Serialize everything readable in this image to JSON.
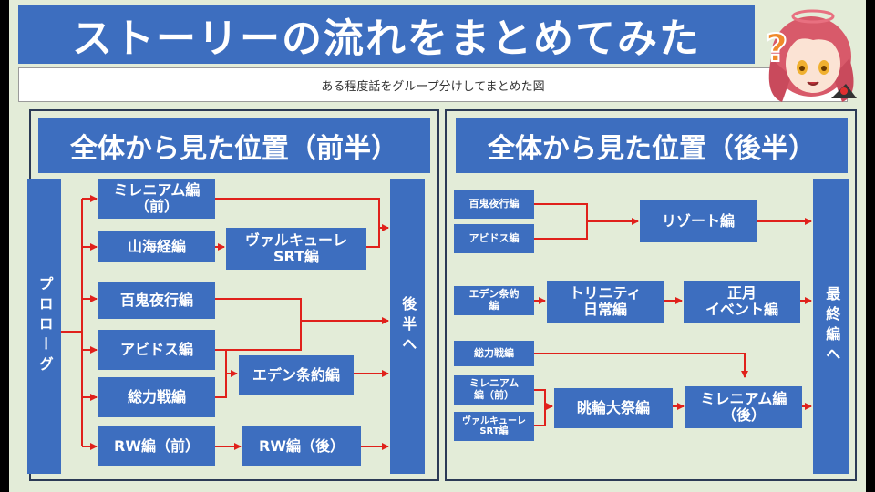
{
  "header": {
    "title": "ストーリーの流れをまとめてみた",
    "subtitle": "ある程度話をグループ分けしてまとめた図"
  },
  "left_panel": {
    "heading": "全体から見た位置（前半）",
    "prologue": "プロローグ",
    "millennium_first": "ミレニアム編\n（前）",
    "sankai": "山海経編",
    "valkyrie_srt": "ヴァルキューレ\nSRT編",
    "hyakki": "百鬼夜行編",
    "abydos": "アビドス編",
    "eden": "エデン条約編",
    "soryoku": "総力戦編",
    "rw_first": "RW編（前）",
    "rw_second": "RW編（後）",
    "to_second_half": "後半へ"
  },
  "right_panel": {
    "heading": "全体から見た位置（後半）",
    "hyakki": "百鬼夜行編",
    "abydos": "アビドス編",
    "resort": "リゾート編",
    "eden": "エデン条約\n編",
    "trinity": "トリニティ\n日常編",
    "new_year": "正月\nイベント編",
    "soryoku": "総力戦編",
    "millennium_first": "ミレニアム\n編（前）",
    "valkyrie_srt": "ヴァルキューレ\nSRT編",
    "mouse": "眺輪大祭編",
    "millennium_second": "ミレニアム編\n（後）",
    "finale": "最終編へ"
  },
  "colors": {
    "node_blue": "#3d6ebf",
    "arrow_red": "#e0211b",
    "background": "#e3ecd8",
    "panel_border": "#2b3a55"
  }
}
